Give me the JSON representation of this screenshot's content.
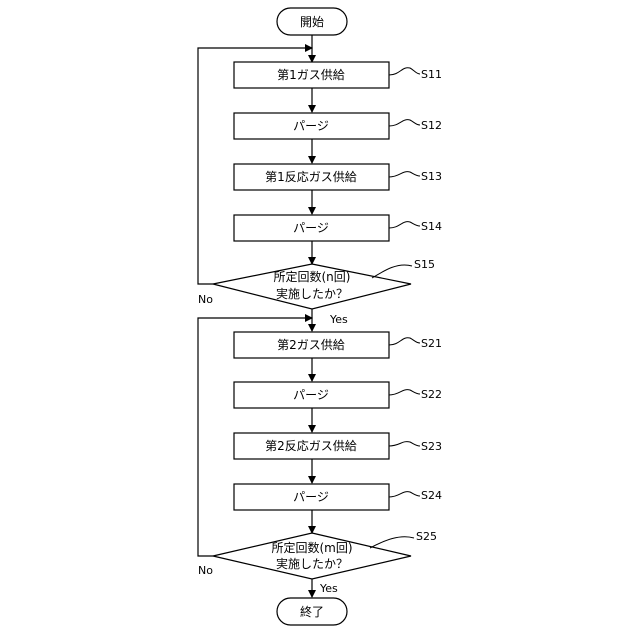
{
  "start": {
    "label": "開始"
  },
  "end": {
    "label": "終了"
  },
  "loop1": {
    "steps": [
      {
        "label": "第1ガス供給",
        "step": "S11"
      },
      {
        "label": "パージ",
        "step": "S12"
      },
      {
        "label": "第1反応ガス供給",
        "step": "S13"
      },
      {
        "label": "パージ",
        "step": "S14"
      }
    ],
    "decision": {
      "line1": "所定回数(n回)",
      "line2": "実施したか？",
      "step": "S15",
      "no": "No",
      "yes": "Yes"
    }
  },
  "loop2": {
    "steps": [
      {
        "label": "第2ガス供給",
        "step": "S21"
      },
      {
        "label": "パージ",
        "step": "S22"
      },
      {
        "label": "第2反応ガス供給",
        "step": "S23"
      },
      {
        "label": "パージ",
        "step": "S24"
      }
    ],
    "decision": {
      "line1": "所定回数(m回)",
      "line2": "実施したか？",
      "step": "S25",
      "no": "No",
      "yes": "Yes"
    }
  }
}
